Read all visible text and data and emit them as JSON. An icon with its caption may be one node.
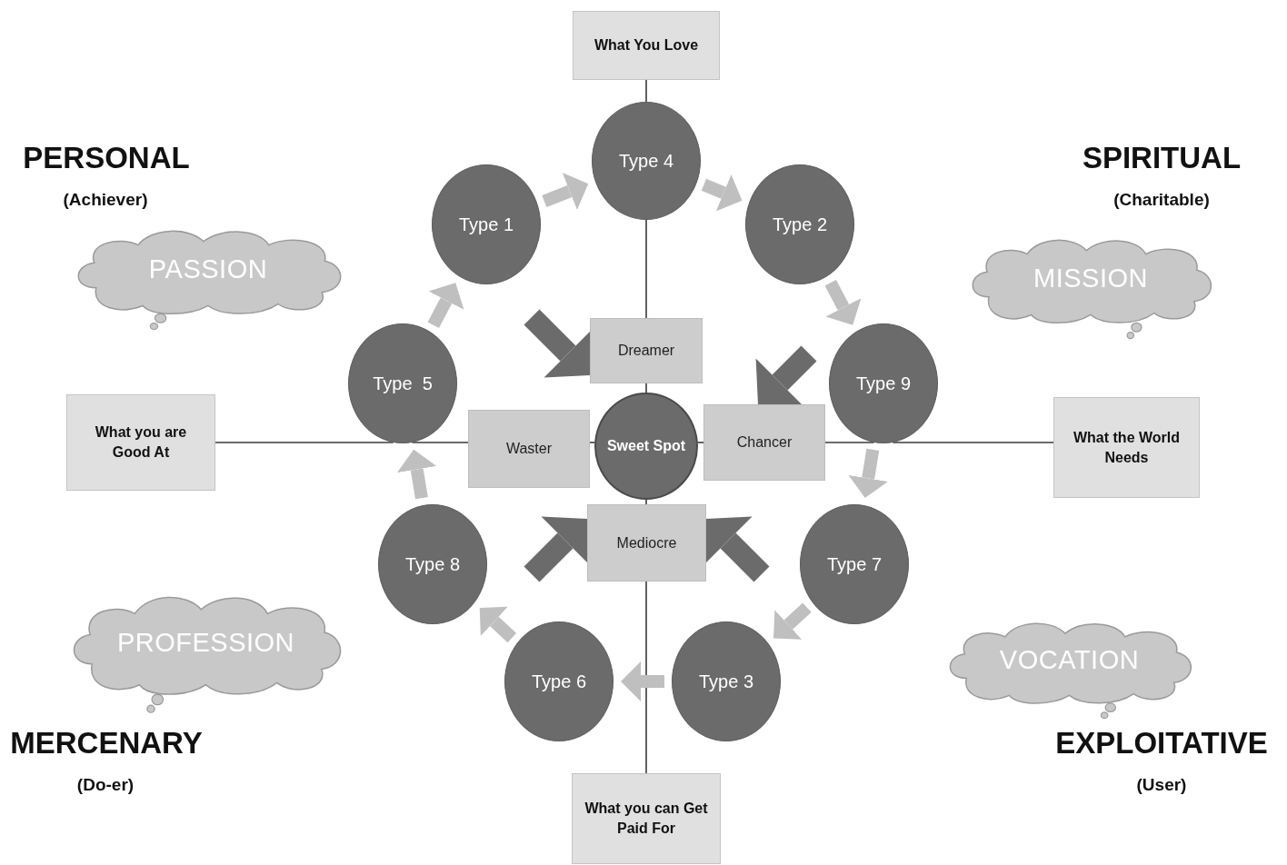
{
  "diagram": {
    "nodes": [
      {
        "text": [
          "What You Love"
        ]
      },
      {
        "text": [
          "Type 4"
        ]
      },
      {
        "text": [
          "Type 1"
        ]
      },
      {
        "text": [
          "Type 2"
        ]
      },
      {
        "text": [
          "PASSION"
        ]
      },
      {
        "text": [
          "MISSION"
        ]
      },
      {
        "text": [
          "Dreamer"
        ]
      },
      {
        "text": [
          "Type  5"
        ]
      },
      {
        "text": [
          "Type 9"
        ]
      },
      {
        "text": [
          "What you are Good At"
        ]
      },
      {
        "text": [
          "Waster"
        ]
      },
      {
        "text": [
          "Sweet Spot"
        ]
      },
      {
        "text": [
          "Chancer"
        ]
      },
      {
        "text": [
          "What the World Needs"
        ]
      },
      {
        "text": [
          "Mediocre"
        ]
      },
      {
        "text": [
          "Type 8"
        ]
      },
      {
        "text": [
          "Type 7"
        ]
      },
      {
        "text": [
          "PROFESSION"
        ]
      },
      {
        "text": [
          "VOCATION"
        ]
      },
      {
        "text": [
          "Type 6"
        ]
      },
      {
        "text": [
          "Type 3"
        ]
      },
      {
        "text": [
          "What you can Get Paid For"
        ]
      }
    ],
    "edges": [
      {
        "from": 0,
        "to": 1,
        "arrow": "none"
      },
      {
        "from": 1,
        "to": 6,
        "arrow": "none"
      },
      {
        "from": 6,
        "to": 11,
        "arrow": "none"
      },
      {
        "from": 11,
        "to": 14,
        "arrow": "none"
      },
      {
        "from": 14,
        "to": 21,
        "arrow": "none"
      },
      {
        "from": 9,
        "to": 7,
        "arrow": "none"
      },
      {
        "from": 7,
        "to": 10,
        "arrow": "none"
      },
      {
        "from": 10,
        "to": 11,
        "arrow": "none"
      },
      {
        "from": 11,
        "to": 12,
        "arrow": "none"
      },
      {
        "from": 12,
        "to": 8,
        "arrow": "none"
      },
      {
        "from": 8,
        "to": 13,
        "arrow": "none"
      },
      {
        "from": 2,
        "to": 1,
        "arrow": "to",
        "color": "#bfbfbf"
      },
      {
        "from": 1,
        "to": 3,
        "arrow": "to",
        "color": "#bfbfbf"
      },
      {
        "from": 3,
        "to": 8,
        "arrow": "to",
        "color": "#bfbfbf"
      },
      {
        "from": 8,
        "to": 16,
        "arrow": "to",
        "color": "#bfbfbf"
      },
      {
        "from": 16,
        "to": 20,
        "arrow": "to",
        "color": "#bfbfbf"
      },
      {
        "from": 20,
        "to": 19,
        "arrow": "to",
        "color": "#bfbfbf"
      },
      {
        "from": 19,
        "to": 15,
        "arrow": "to",
        "color": "#bfbfbf"
      },
      {
        "from": 15,
        "to": 7,
        "arrow": "to",
        "color": "#bfbfbf"
      },
      {
        "from": 7,
        "to": 2,
        "arrow": "to",
        "color": "#bfbfbf"
      },
      {
        "from": null,
        "to": 6,
        "arrow": "to",
        "color": "#6b6b6b"
      },
      {
        "from": null,
        "to": 12,
        "arrow": "to",
        "color": "#6b6b6b"
      },
      {
        "from": null,
        "to": 14,
        "arrow": "to",
        "color": "#6b6b6b"
      },
      {
        "from": null,
        "to": 14,
        "arrow": "to",
        "color": "#6b6b6b"
      }
    ],
    "labels": [
      "PERSONAL",
      "SPIRITUAL",
      "(Achiever)",
      "(Charitable)",
      "MERCENARY",
      "EXPLOITATIVE",
      "(Do-er)",
      "(User)"
    ]
  }
}
